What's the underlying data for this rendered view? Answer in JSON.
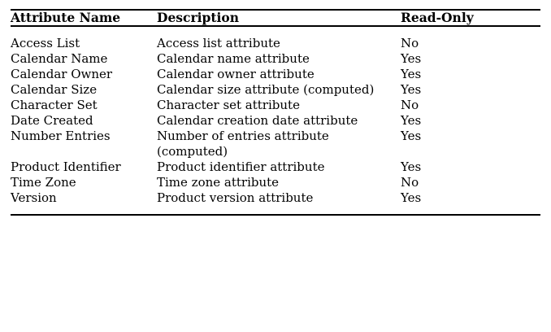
{
  "table": {
    "columns": [
      {
        "key": "attribute_name",
        "label": "Attribute Name"
      },
      {
        "key": "description",
        "label": "Description"
      },
      {
        "key": "read_only",
        "label": "Read-Only"
      }
    ],
    "rows": [
      {
        "attribute_name": "Access List",
        "description": "Access list attribute",
        "read_only": "No"
      },
      {
        "attribute_name": "Calendar Name",
        "description": "Calendar name attribute",
        "read_only": "Yes"
      },
      {
        "attribute_name": "Calendar Owner",
        "description": "Calendar owner attribute",
        "read_only": "Yes"
      },
      {
        "attribute_name": "Calendar Size",
        "description": "Calendar size attribute (computed)",
        "read_only": "Yes"
      },
      {
        "attribute_name": "Character Set",
        "description": "Character set attribute",
        "read_only": "No"
      },
      {
        "attribute_name": "Date Created",
        "description": "Calendar creation date attribute",
        "read_only": "Yes"
      },
      {
        "attribute_name": "Number Entries",
        "description": "Number of entries attribute (computed)",
        "read_only": "Yes"
      },
      {
        "attribute_name": "Product Identifier",
        "description": "Product identifier attribute",
        "read_only": "Yes"
      },
      {
        "attribute_name": "Time Zone",
        "description": "Time zone attribute",
        "read_only": "No"
      },
      {
        "attribute_name": "Version",
        "description": "Product version attribute",
        "read_only": "Yes"
      }
    ]
  },
  "style": {
    "rule_color": "#000000",
    "text_color": "#000000",
    "background_color": "#ffffff"
  }
}
